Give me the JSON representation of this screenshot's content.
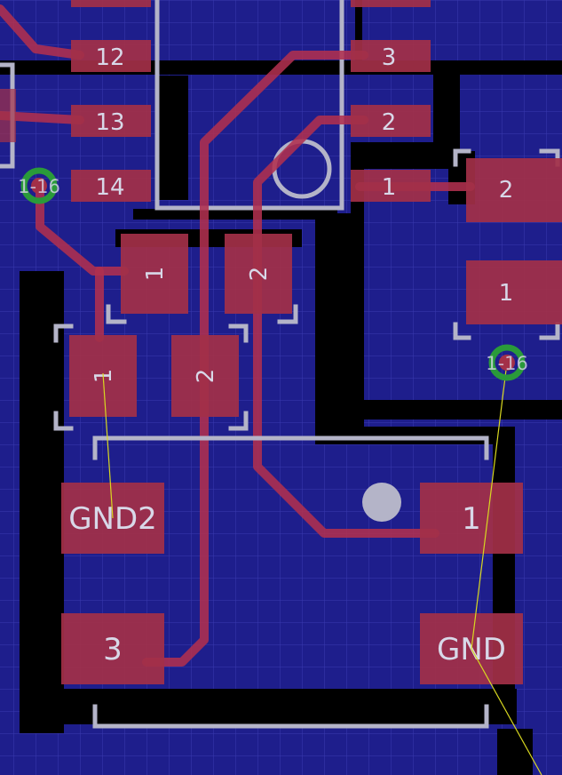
{
  "colors": {
    "board": "#1e1e8c",
    "copper_pour_clearance": "#000000",
    "pad": "#a33048",
    "trace": "#b0304e",
    "silkscreen": "#b4b4c8",
    "via": "#2a9a3a",
    "ratsnest": "#d8d820",
    "grid": "#3a3ab0"
  },
  "ic_pins_left": [
    "12",
    "13",
    "14"
  ],
  "ic_pins_right": [
    "3",
    "2",
    "1"
  ],
  "capacitor_left": {
    "pin_a": "1",
    "pin_b": "2"
  },
  "capacitor_lower": {
    "pin_a": "1",
    "pin_b": "2"
  },
  "connector_right": {
    "pin_a": "2",
    "pin_b": "1"
  },
  "regulator": {
    "gnd2": "GND2",
    "pin3": "3",
    "pin1": "1",
    "gnd": "GND"
  },
  "vias": {
    "left": "1-16",
    "right": "1-16"
  }
}
